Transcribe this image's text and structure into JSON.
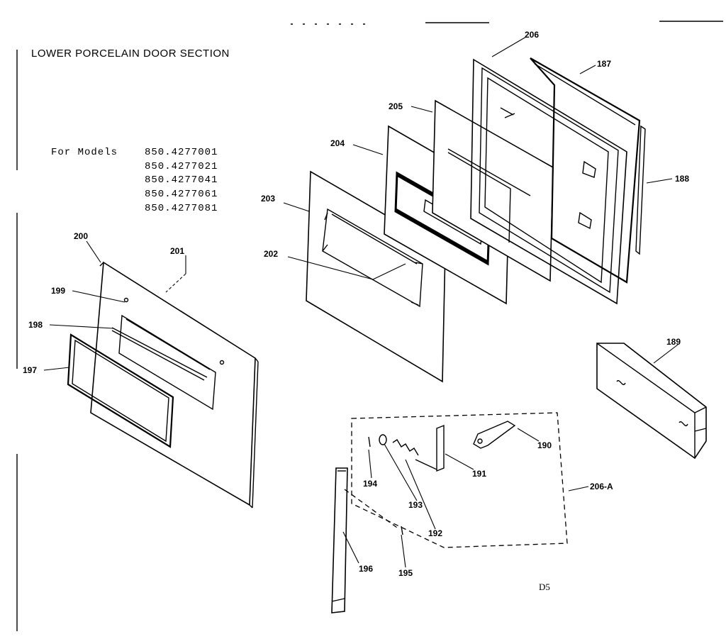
{
  "title": "LOWER PORCELAIN DOOR SECTION",
  "models": {
    "prefix": "For Models",
    "numbers": [
      "850.4277001",
      "850.4277021",
      "850.4277041",
      "850.4277061",
      "850.4277081"
    ]
  },
  "parts": {
    "p187": "187",
    "p188": "188",
    "p189": "189",
    "p190": "190",
    "p191": "191",
    "p192": "192",
    "p193": "193",
    "p194": "194",
    "p195": "195",
    "p196": "196",
    "p197": "197",
    "p198": "198",
    "p199": "199",
    "p200": "200",
    "p201": "201",
    "p202": "202",
    "p203": "203",
    "p204": "204",
    "p205": "205",
    "p206": "206",
    "p206a": "206-A"
  },
  "page_code": "D5"
}
